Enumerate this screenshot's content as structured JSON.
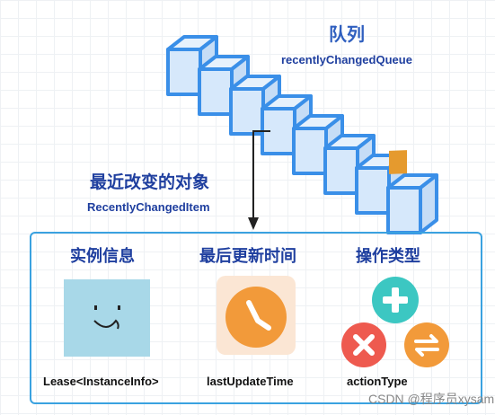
{
  "queue": {
    "title": "队列",
    "subtitle": "recentlyChangedQueue",
    "cells": 8
  },
  "item": {
    "title": "最近改变的对象",
    "subtitle": "RecentlyChangedItem"
  },
  "fields": [
    {
      "title": "实例信息",
      "label": "Lease<InstanceInfo>",
      "icon": "smiley-face-icon"
    },
    {
      "title": "最后更新时间",
      "label": "lastUpdateTime",
      "icon": "clock-icon"
    },
    {
      "title": "操作类型",
      "label": "actionType",
      "icon": "action-types-icon"
    }
  ],
  "watermark": "CSDN @程序员xysam",
  "colors": {
    "cube_stroke": "#3a8fe8",
    "cube_face": "#d6e8fb",
    "highlight": "#e59a2e",
    "panel_border": "#3aa2e0",
    "add": "#3cc7c2",
    "delete": "#ee5a4f",
    "update": "#f29a3a"
  }
}
